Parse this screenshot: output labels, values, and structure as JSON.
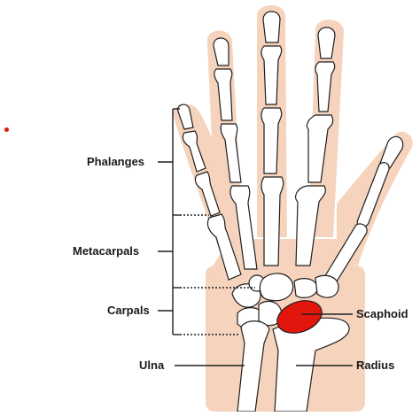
{
  "labels": {
    "phalanges": "Phalanges",
    "metacarpals": "Metacarpals",
    "carpals": "Carpals",
    "scaphoid": "Scaphoid",
    "ulna": "Ulna",
    "radius": "Radius"
  },
  "colors": {
    "skin": "#f6d3bd",
    "bone_fill": "#ffffff",
    "bone_outline": "#1f1f1f",
    "highlight": "#e3160d",
    "marker_dot": "#e3160d"
  }
}
